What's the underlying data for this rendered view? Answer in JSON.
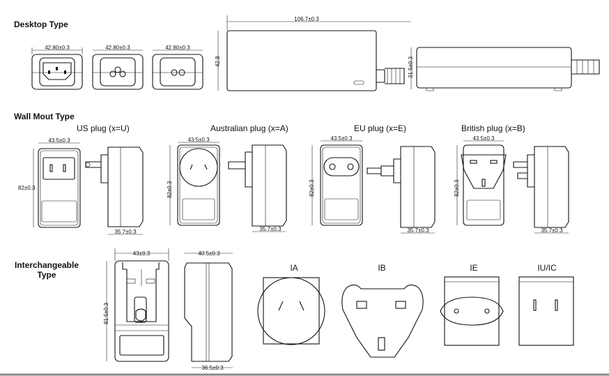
{
  "desktop": {
    "title": "Desktop Type",
    "front_width_labels": [
      "42.80±0.3",
      "42.80±0.3",
      "42.80±0.3"
    ],
    "length_label": "106.7±0.3",
    "height_label": "42.8",
    "side_height_label": "31.5±0.3"
  },
  "wall": {
    "title": "Wall Mout Type",
    "plugs": [
      {
        "name": "US plug (x=U)",
        "width": "43.5±0.3",
        "height": "82±0.3",
        "depth": "35.7±0.3"
      },
      {
        "name": "Australian plug (x=A)",
        "width": "43.5±0.3",
        "height": "82±0.3",
        "depth": "35.7±0.3"
      },
      {
        "name": "EU plug (x=E)",
        "width": "43.5±0.3",
        "height": "82±0.3",
        "depth": "35.7±0.3"
      },
      {
        "name": "British plug (x=B)",
        "width": "43.5±0.3",
        "height": "82±0.3",
        "depth": "35.7±0.3"
      }
    ]
  },
  "interchangeable": {
    "title_line1": "Interchangeable",
    "title_line2": "Type",
    "width": "43±0.3",
    "height": "81.5±0.3",
    "depth_top": "40.5±0.3",
    "depth_bottom": "36.5±0.3",
    "adapters": [
      "IA",
      "IB",
      "IE",
      "IU/IC"
    ]
  }
}
